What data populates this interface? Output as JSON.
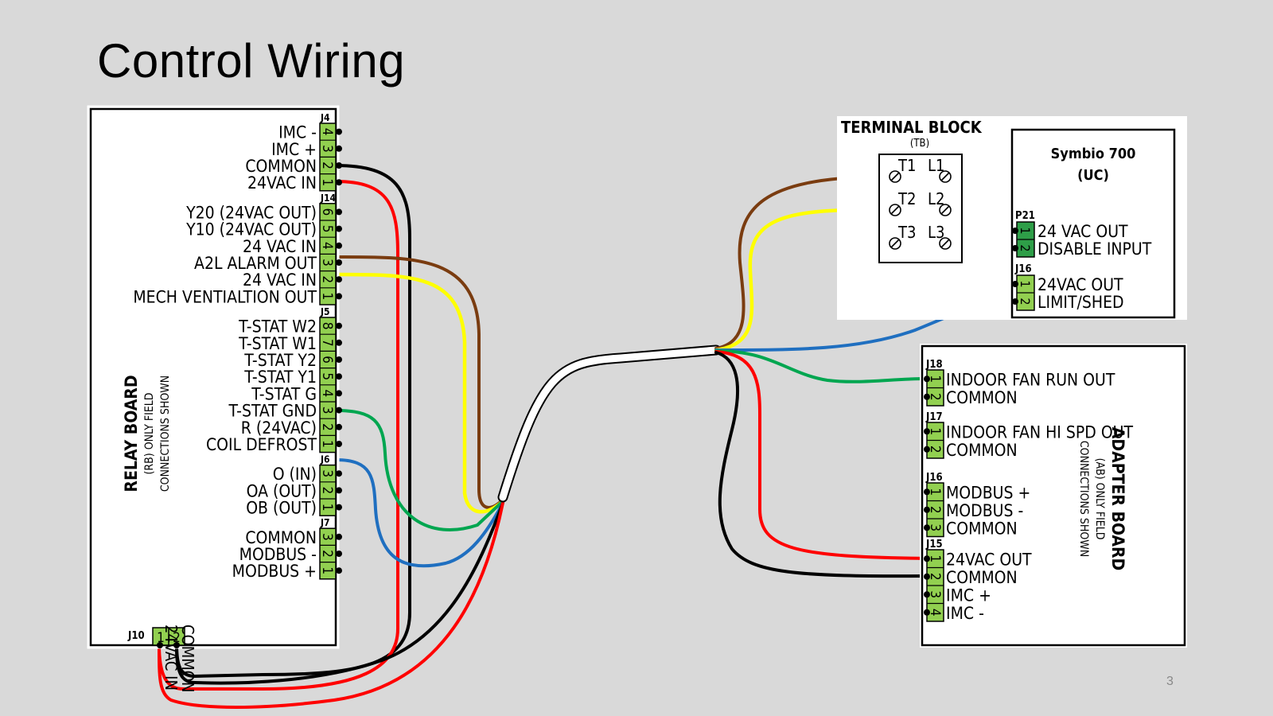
{
  "slide": {
    "title": "Control Wiring",
    "page_number": "3"
  },
  "colors": {
    "background": "#d9d9d9",
    "terminal_green": "#92d050",
    "terminal_dark_green": "#2e9e48",
    "wire_black": "#000000",
    "wire_red": "#ff0000",
    "wire_brown": "#7a3c10",
    "wire_yellow": "#ffff00",
    "wire_green": "#00a650",
    "wire_blue": "#1f6fc0",
    "wire_white": "#ffffff"
  },
  "relay_board": {
    "title": "RELAY BOARD",
    "subtitle_1": "(RB) ONLY FIELD",
    "subtitle_2": "CONNECTIONS SHOWN",
    "connectors": [
      {
        "name": "J4",
        "pins": [
          {
            "num": "4",
            "label": "IMC -"
          },
          {
            "num": "3",
            "label": "IMC +"
          },
          {
            "num": "2",
            "label": "COMMON"
          },
          {
            "num": "1",
            "label": "24VAC IN"
          }
        ]
      },
      {
        "name": "J14",
        "pins": [
          {
            "num": "6",
            "label": "Y20 (24VAC OUT)"
          },
          {
            "num": "5",
            "label": "Y10 (24VAC OUT)"
          },
          {
            "num": "4",
            "label": "24 VAC IN"
          },
          {
            "num": "3",
            "label": "A2L ALARM OUT"
          },
          {
            "num": "2",
            "label": "24 VAC IN"
          },
          {
            "num": "1",
            "label": "MECH VENTIALTION OUT"
          }
        ]
      },
      {
        "name": "J5",
        "pins": [
          {
            "num": "8",
            "label": "T-STAT W2"
          },
          {
            "num": "7",
            "label": "T-STAT W1"
          },
          {
            "num": "6",
            "label": "T-STAT Y2"
          },
          {
            "num": "5",
            "label": "T-STAT Y1"
          },
          {
            "num": "4",
            "label": "T-STAT G"
          },
          {
            "num": "3",
            "label": "T-STAT GND"
          },
          {
            "num": "2",
            "label": "R (24VAC)"
          },
          {
            "num": "1",
            "label": "COIL DEFROST"
          }
        ]
      },
      {
        "name": "J6",
        "pins": [
          {
            "num": "3",
            "label": "O (IN)"
          },
          {
            "num": "2",
            "label": "OA (OUT)"
          },
          {
            "num": "1",
            "label": "OB (OUT)"
          }
        ]
      },
      {
        "name": "J7",
        "pins": [
          {
            "num": "3",
            "label": "COMMON"
          },
          {
            "num": "2",
            "label": "MODBUS -"
          },
          {
            "num": "1",
            "label": "MODBUS +"
          }
        ]
      }
    ],
    "j10": {
      "name": "J10",
      "pin1": "1",
      "pin2": "2",
      "label_1": "24VAC IN",
      "label_2": "COMMON"
    }
  },
  "terminal_block": {
    "title": "TERMINAL BLOCK",
    "subtitle": "(TB)",
    "terminals": [
      "T1",
      "L1",
      "T2",
      "L2",
      "T3",
      "L3"
    ]
  },
  "symbio": {
    "title_1": "Symbio 700",
    "title_2": "(UC)",
    "connectors": [
      {
        "name": "P21",
        "pins": [
          {
            "num": "1",
            "label": "24 VAC OUT"
          },
          {
            "num": "2",
            "label": "DISABLE INPUT"
          }
        ]
      },
      {
        "name": "J16",
        "pins": [
          {
            "num": "1",
            "label": "24VAC OUT"
          },
          {
            "num": "2",
            "label": "LIMIT/SHED"
          }
        ]
      }
    ]
  },
  "adapter_board": {
    "title": "ADAPTER BOARD",
    "subtitle_1": "(AB) ONLY FIELD",
    "subtitle_2": "CONNECTIONS SHOWN",
    "connectors": [
      {
        "name": "J18",
        "pins": [
          {
            "num": "1",
            "label": "INDOOR FAN RUN OUT"
          },
          {
            "num": "2",
            "label": "COMMON"
          }
        ]
      },
      {
        "name": "J17",
        "pins": [
          {
            "num": "1",
            "label": "INDOOR FAN HI SPD OUT"
          },
          {
            "num": "2",
            "label": "COMMON"
          }
        ]
      },
      {
        "name": "J16",
        "pins": [
          {
            "num": "1",
            "label": "MODBUS +"
          },
          {
            "num": "2",
            "label": "MODBUS -"
          },
          {
            "num": "3",
            "label": "COMMON"
          }
        ]
      },
      {
        "name": "J15",
        "pins": [
          {
            "num": "1",
            "label": "24VAC OUT"
          },
          {
            "num": "2",
            "label": "COMMON"
          },
          {
            "num": "3",
            "label": "IMC +"
          },
          {
            "num": "4",
            "label": "IMC -"
          }
        ]
      }
    ]
  }
}
